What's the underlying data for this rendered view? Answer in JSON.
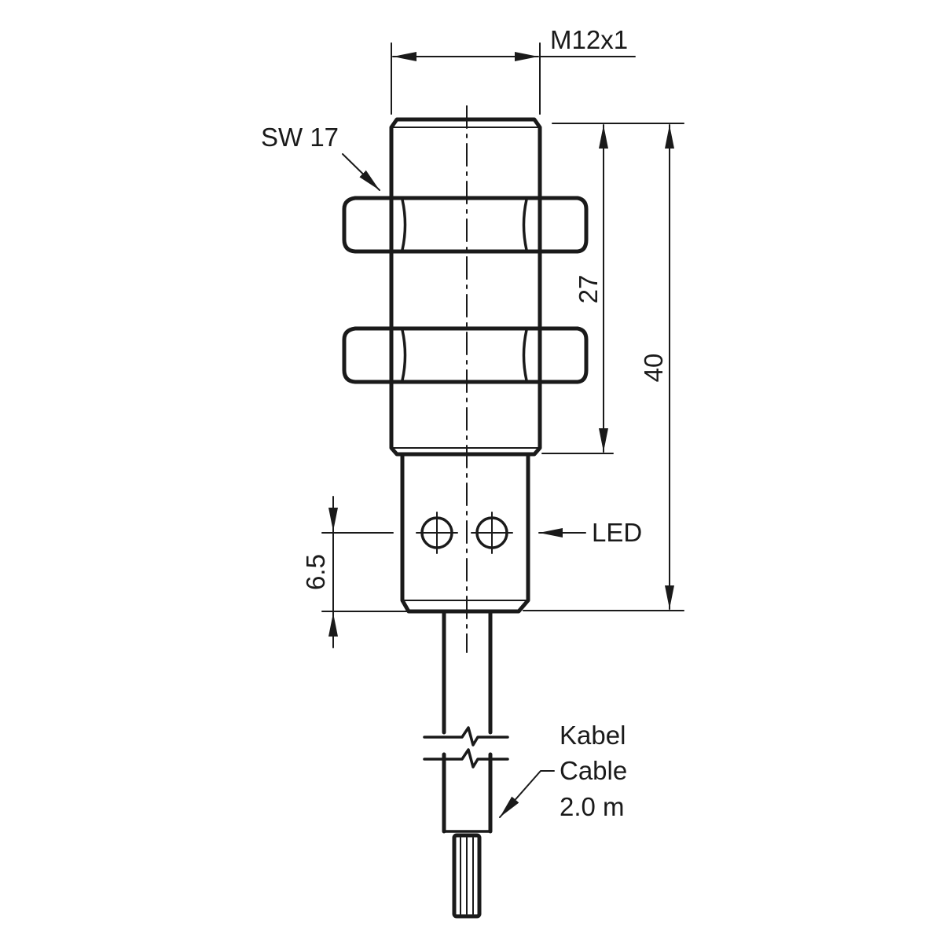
{
  "labels": {
    "thread": "M12x1",
    "wrench": "SW 17",
    "thread_length": "27",
    "total_length": "40",
    "led": "LED",
    "led_offset": "6.5",
    "cable_de": "Kabel",
    "cable_en": "Cable",
    "cable_length": "2.0 m"
  },
  "colors": {
    "ink": "#1a1a1a",
    "background": "#ffffff"
  }
}
